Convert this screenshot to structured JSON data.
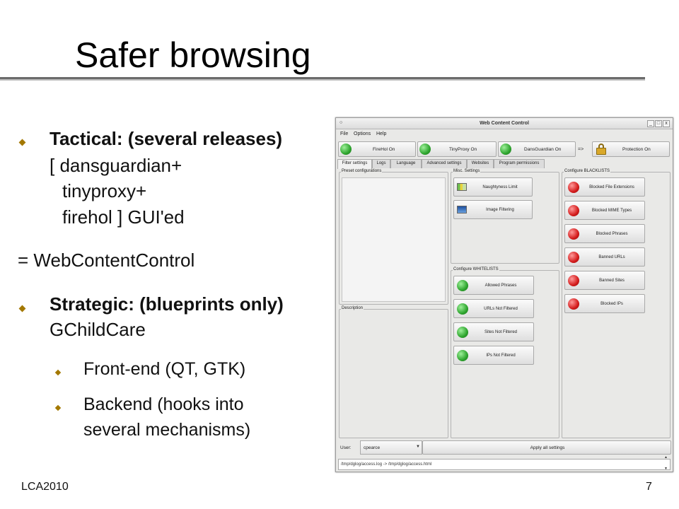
{
  "slide": {
    "title": "Safer browsing",
    "bullet1": "Tactical: (several releases)",
    "line2": "[ dansguardian+",
    "line3": "tinyproxy+",
    "line4": "firehol ] GUI'ed",
    "equals": "= WebContentControl",
    "bullet2": "Strategic: (blueprints only)",
    "gchildcare": "GChildCare",
    "sub1": "Front-end (QT, GTK)",
    "sub2a": "Backend (hooks into",
    "sub2b": "several mechanisms)",
    "footer_left": "LCA2010",
    "page_number": "7",
    "bullet_color": "#a37800"
  },
  "window": {
    "title": "Web Content Control",
    "controls": [
      "_",
      "□",
      "x"
    ],
    "menu": [
      "File",
      "Options",
      "Help"
    ],
    "toolbar": [
      {
        "label": "FireHol On",
        "status": "green"
      },
      {
        "label": "TinyProxy On",
        "status": "green"
      },
      {
        "label": "DansGuardian On",
        "status": "green"
      }
    ],
    "arrow": "=>",
    "protection_label": "Protection On",
    "tabs": [
      "Filter settings",
      "Logs",
      "Language",
      "Advanced settings",
      "Websites",
      "Program permissions"
    ],
    "groups": {
      "preset": "Preset configurations",
      "misc": "Misc. Settings",
      "blacklists": "Configure BLACKLISTS",
      "description": "Description",
      "whitelists": "Configure WHITELISTS"
    },
    "misc_buttons": [
      "Naughtyness Limit",
      "Image Filtering"
    ],
    "whitelist_buttons": [
      "Allowed Phrases",
      "URLs Not Filtered",
      "Sites Not Filtered",
      "IPs Not Filtered"
    ],
    "blacklist_buttons": [
      "Blocked File Extensions",
      "Blocked MIME Types",
      "Blocked Phrases",
      "Banned URLs",
      "Banned Sites",
      "Blocked IPs"
    ],
    "user_label": "User:",
    "user_value": "cpearce",
    "apply_label": "Apply all settings",
    "log_text": "/tmp/dglog/access.log -> /tmp/dglog/access.html",
    "colors": {
      "ok": "#2ea52e",
      "blocked": "#d41c1c"
    }
  }
}
